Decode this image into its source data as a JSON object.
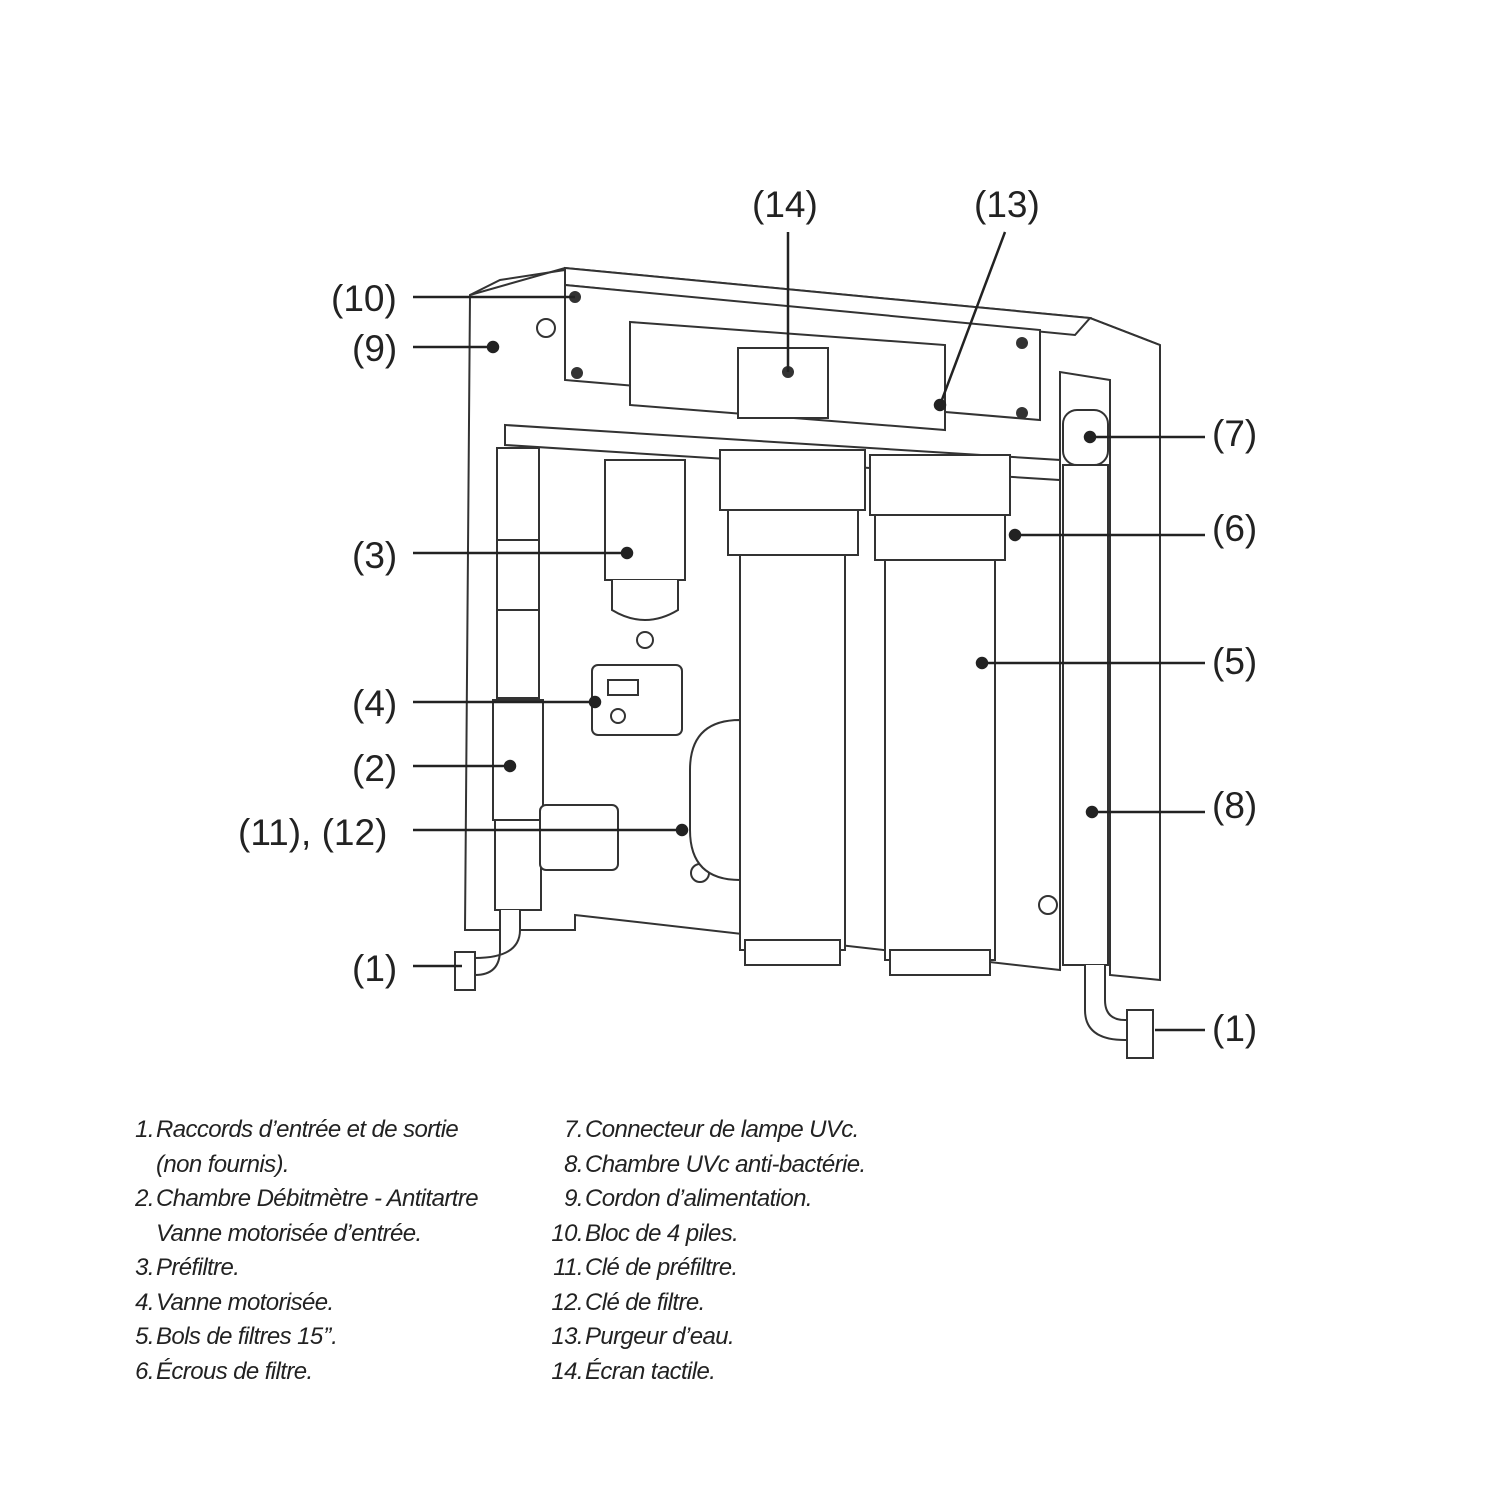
{
  "callouts": {
    "c14": "(14)",
    "c13": "(13)",
    "c10": "(10)",
    "c9": "(9)",
    "c3": "(3)",
    "c4": "(4)",
    "c2": "(2)",
    "c11_12": "(11), (12)",
    "c1_left": "(1)",
    "c7": "(7)",
    "c6": "(6)",
    "c5": "(5)",
    "c8": "(8)",
    "c1_right": "(1)"
  },
  "legend": {
    "left": [
      {
        "num": "1.",
        "text": "Raccords d’entrée et de sortie",
        "cont": "(non fournis)."
      },
      {
        "num": "2.",
        "text": "Chambre Débitmètre - Antitartre",
        "cont": "Vanne motorisée d’entrée."
      },
      {
        "num": "3.",
        "text": "Préfiltre."
      },
      {
        "num": "4.",
        "text": "Vanne motorisée."
      },
      {
        "num": "5.",
        "text": "Bols de filtres 15’’."
      },
      {
        "num": "6.",
        "text": "Écrous de filtre."
      }
    ],
    "right": [
      {
        "num": "7.",
        "text": "Connecteur de lampe UVc."
      },
      {
        "num": "8.",
        "text": "Chambre UVc anti-bactérie."
      },
      {
        "num": "9.",
        "text": "Cordon d’alimentation."
      },
      {
        "num": "10.",
        "text": "Bloc de 4 piles."
      },
      {
        "num": "11.",
        "text": "Clé de préfiltre."
      },
      {
        "num": "12.",
        "text": "Clé de filtre."
      },
      {
        "num": "13.",
        "text": "Purgeur d’eau."
      },
      {
        "num": "14.",
        "text": "Écran tactile."
      }
    ]
  }
}
